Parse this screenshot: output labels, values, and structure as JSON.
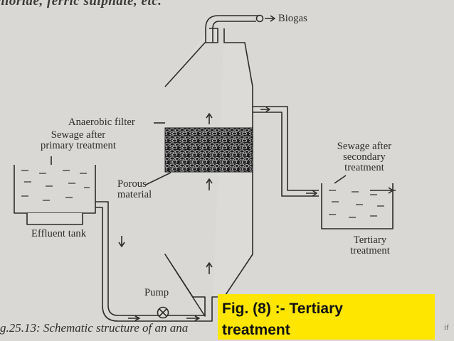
{
  "header_fragment": "hloride, ferric sulphate, etc.",
  "labels": {
    "biogas": "Biogas",
    "anaerobic_filter": "Anaerobic filter",
    "sewage_primary_line1": "Sewage after",
    "sewage_primary_line2": "primary treatment",
    "porous_line1": "Porous",
    "porous_line2": "material",
    "effluent_tank": "Effluent tank",
    "pump": "Pump",
    "sewage_secondary_line1": "Sewage after",
    "sewage_secondary_line2": "secondary",
    "sewage_secondary_line3": "treatment",
    "tertiary_line1": "Tertiary",
    "tertiary_line2": "treatment"
  },
  "caption_fragment": "g.25.13: Schematic structure of an ana",
  "right_edge_mark": "if",
  "fig_label": {
    "line1": "Fig. (8) :- Tertiary",
    "line2": "treatment"
  },
  "colors": {
    "background": "#d9d8d4",
    "ink": "#2a2a2a",
    "highlight": "#ffe600"
  }
}
